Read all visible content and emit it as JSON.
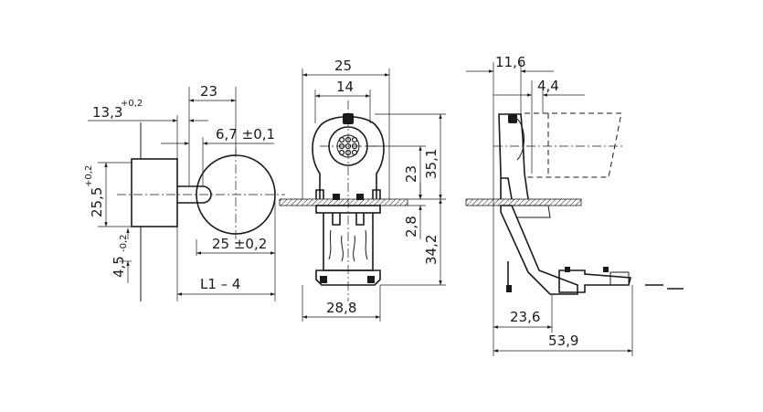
{
  "left_view": {
    "dim_top_23": "23",
    "dim_13_3": "13,3",
    "dim_13_3_tol": "+0,2",
    "dim_6_7": "6,7 ±0,1",
    "dim_25_5": "25,5",
    "dim_25_5_tol": "+0,2",
    "dim_4_5": "4,5",
    "dim_4_5_tol": "-0,2",
    "dim_25": "25 ±0,2",
    "dim_l1": "L1 – 4"
  },
  "middle_view": {
    "dim_25": "25",
    "dim_14": "14",
    "dim_23": "23",
    "dim_35_1": "35,1",
    "dim_2_8": "2,8",
    "dim_34_2": "34,2",
    "dim_28_8": "28,8"
  },
  "right_view": {
    "dim_11_6": "11,6",
    "dim_4_4": "4,4",
    "dim_23_6": "23,6",
    "dim_53_9": "53,9"
  }
}
